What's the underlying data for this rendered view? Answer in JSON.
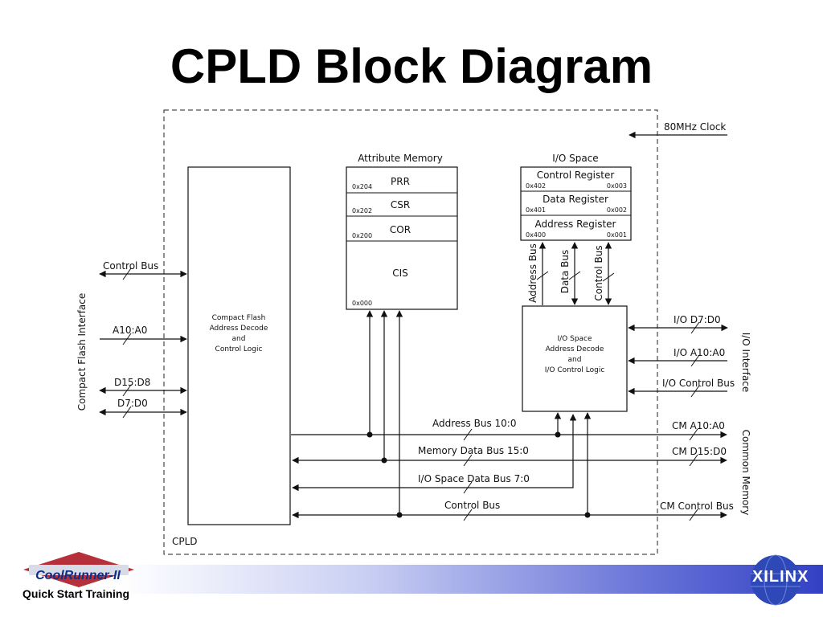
{
  "slide": {
    "title": "CPLD Block Diagram"
  },
  "diagram": {
    "cpld_label": "CPLD",
    "clock_label": "80MHz Clock",
    "cf_interface_label": "Compact Flash Interface",
    "cf_signals": {
      "control_bus": "Control Bus",
      "a10a0": "A10:A0",
      "d15d8": "D15:D8",
      "d7d0": "D7:D0"
    },
    "cf_logic": {
      "line1": "Compact Flash",
      "line2": "Address Decode",
      "line3": "and",
      "line4": "Control Logic"
    },
    "attribute_memory": {
      "title": "Attribute Memory",
      "rows": [
        {
          "name": "PRR",
          "addr": "0x204"
        },
        {
          "name": "CSR",
          "addr": "0x202"
        },
        {
          "name": "COR",
          "addr": "0x200"
        },
        {
          "name": "CIS",
          "addr": "0x000"
        }
      ]
    },
    "io_space": {
      "title": "I/O Space",
      "registers": [
        {
          "name": "Control Register",
          "addr_left": "0x402",
          "addr_right": "0x003"
        },
        {
          "name": "Data Register",
          "addr_left": "0x401",
          "addr_right": "0x002"
        },
        {
          "name": "Address Register",
          "addr_left": "0x400",
          "addr_right": "0x001"
        }
      ]
    },
    "io_buses": {
      "address": "Address Bus",
      "data": "Data Bus",
      "control": "Control Bus"
    },
    "io_logic": {
      "line1": "I/O Space",
      "line2": "Address Decode",
      "line3": "and",
      "line4": "I/O Control Logic"
    },
    "io_interface": {
      "label": "I/O Interface",
      "d7d0": "I/O D7:D0",
      "a10a0": "I/O A10:A0",
      "control_bus": "I/O Control Bus"
    },
    "internal_buses": {
      "address": "Address Bus 10:0",
      "memory_data": "Memory Data Bus 15:0",
      "io_data": "I/O Space Data Bus 7:0",
      "control": "Control Bus"
    },
    "common_memory": {
      "label": "Common Memory",
      "a10a0": "CM A10:A0",
      "d15d0": "CM D15:D0",
      "control_bus": "CM Control Bus"
    }
  },
  "footer": {
    "product_logo": "CoolRunner-II",
    "tagline": "Quick Start Training",
    "company_logo": "XILINX",
    "band_color": "#3340c4",
    "logo_color": "#b5303a"
  }
}
